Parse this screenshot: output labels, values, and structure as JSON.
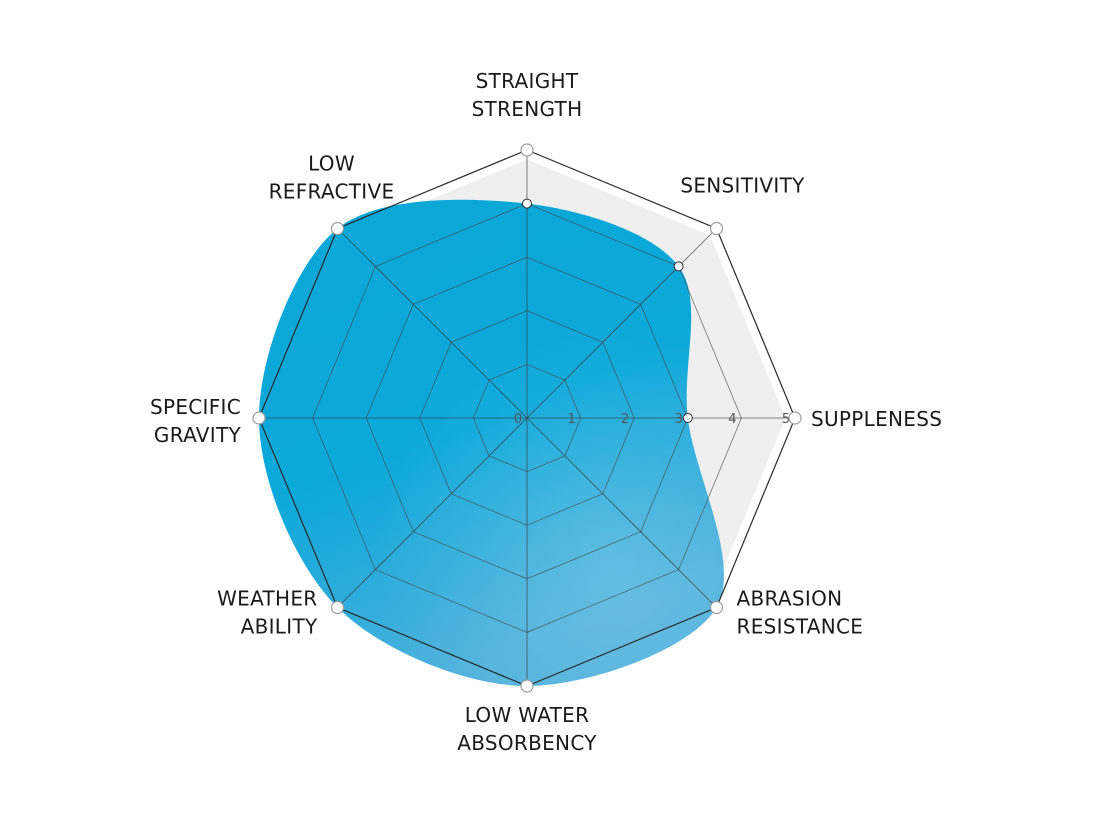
{
  "chart_data": {
    "type": "radar",
    "title": "",
    "axes": [
      {
        "label": [
          "STRAIGHT",
          "STRENGTH"
        ]
      },
      {
        "label": [
          "SENSITIVITY"
        ]
      },
      {
        "label": [
          "SUPPLENESS"
        ]
      },
      {
        "label": [
          "ABRASION",
          "RESISTANCE"
        ]
      },
      {
        "label": [
          "LOW WATER",
          "ABSORBENCY"
        ]
      },
      {
        "label": [
          "WEATHER",
          "ABILITY"
        ]
      },
      {
        "label": [
          "SPECIFIC",
          "GRAVITY"
        ]
      },
      {
        "label": [
          "LOW",
          "REFRACTIVE"
        ]
      }
    ],
    "range": [
      0,
      5
    ],
    "ticks": [
      "0",
      "1",
      "2",
      "3",
      "4",
      "5"
    ],
    "series": [
      {
        "values": [
          4.0,
          4.0,
          3.0,
          5.0,
          5.0,
          5.0,
          5.0,
          5.0
        ]
      }
    ],
    "background_series": [
      {
        "values": [
          5,
          5,
          5,
          5,
          5,
          5,
          5,
          5
        ]
      }
    ],
    "colors": {
      "fill_top": "#0aa7d6",
      "fill_bottom": "#3aaedf",
      "background_band": "#efefef",
      "grid": "#4a4a4a"
    },
    "grid": true
  }
}
